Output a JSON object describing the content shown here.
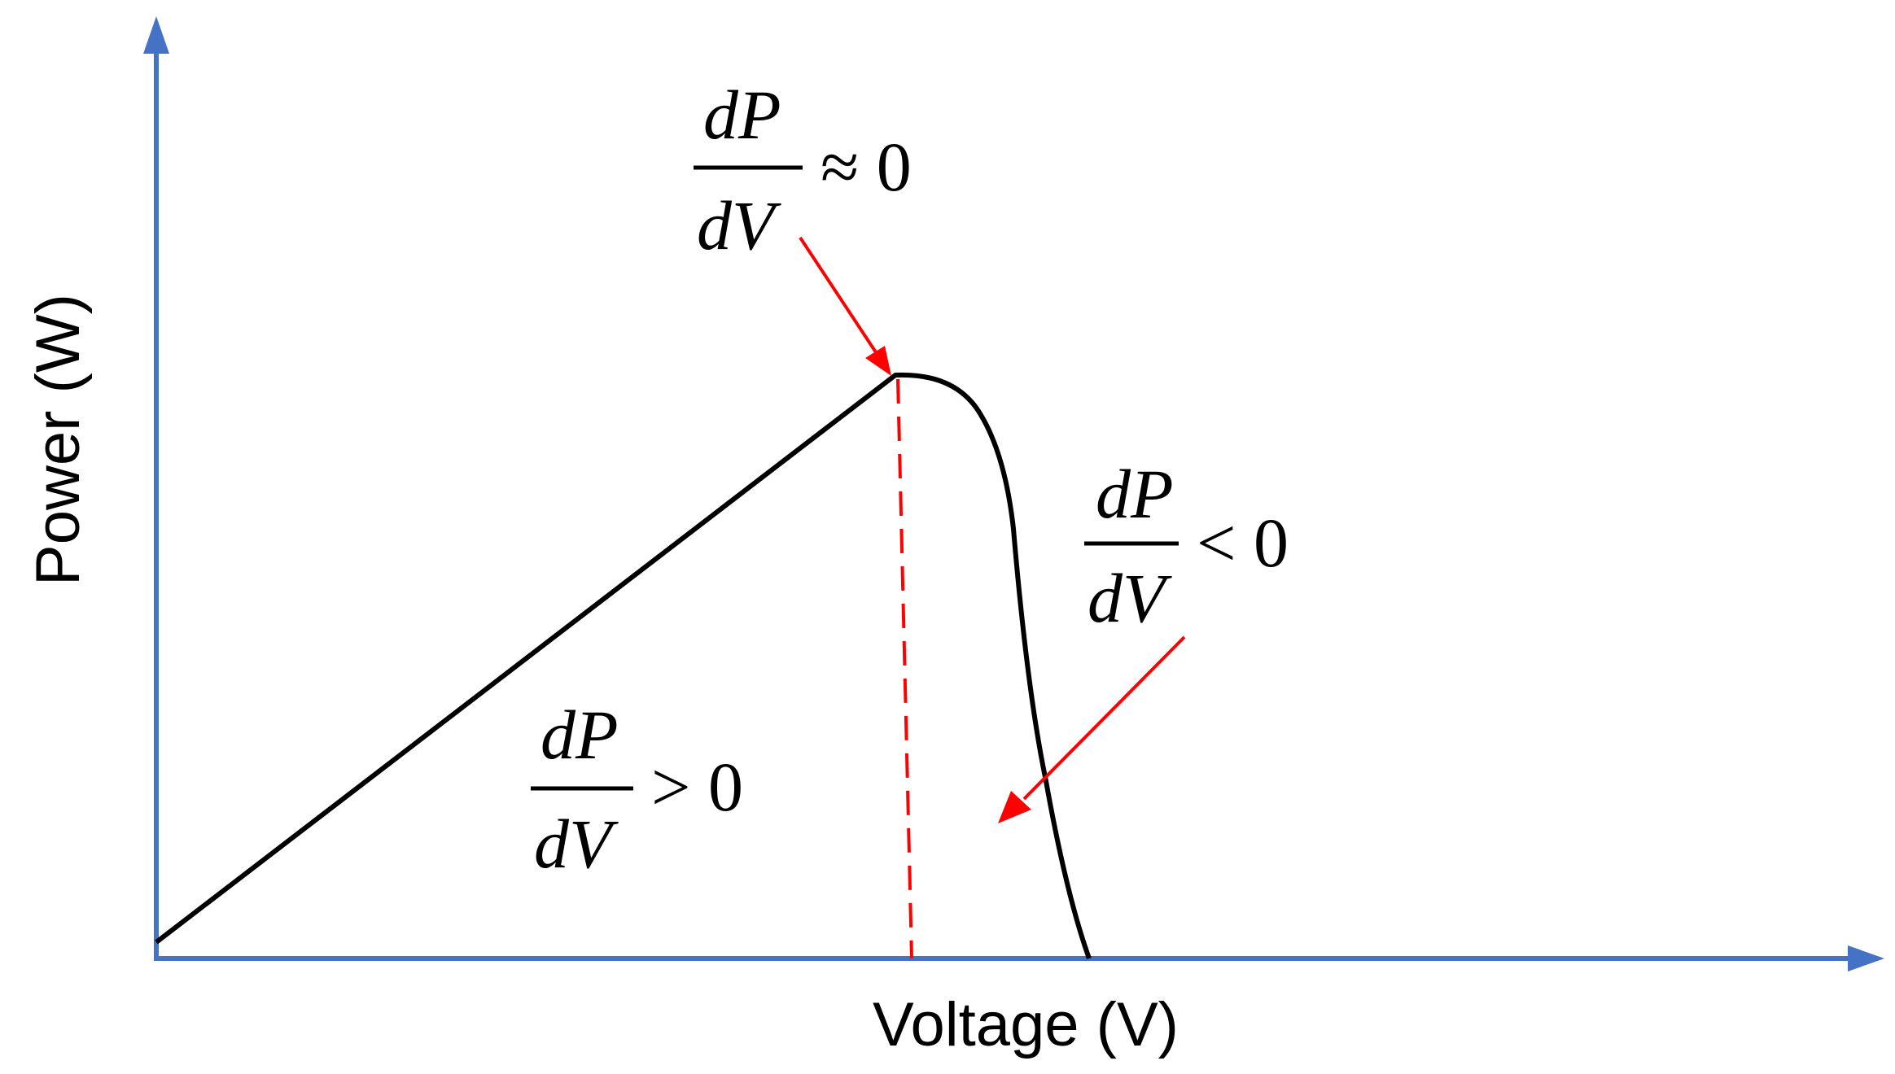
{
  "axes": {
    "x_label": "Voltage (V)",
    "y_label": "Power (W)",
    "color": "#4472C4"
  },
  "curve": {
    "color": "#000000",
    "description_points": "P-V curve rising linearly to a maximum power point then falling steeply to zero"
  },
  "annotations": {
    "peak": {
      "numerator": "dP",
      "denominator": "dV",
      "relation": "≈ 0"
    },
    "right": {
      "numerator": "dP",
      "denominator": "dV",
      "relation": "< 0"
    },
    "left": {
      "numerator": "dP",
      "denominator": "dV",
      "relation": "> 0"
    },
    "arrow_color": "#FF0000",
    "mpp_line_color": "#FF0000"
  }
}
